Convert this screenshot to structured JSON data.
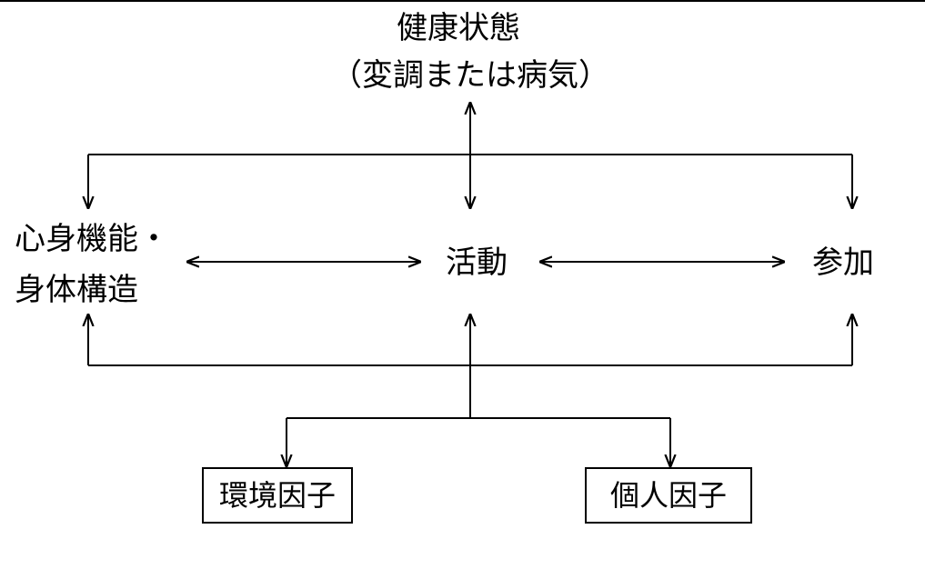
{
  "diagram": {
    "health": {
      "title": "健康状態",
      "subtitle": "（変調または病気）"
    },
    "body_functions": {
      "line1": "心身機能・",
      "line2": "身体構造"
    },
    "activity": "活動",
    "participation": "参加",
    "environmental_factors": "環境因子",
    "personal_factors": "個人因子"
  }
}
